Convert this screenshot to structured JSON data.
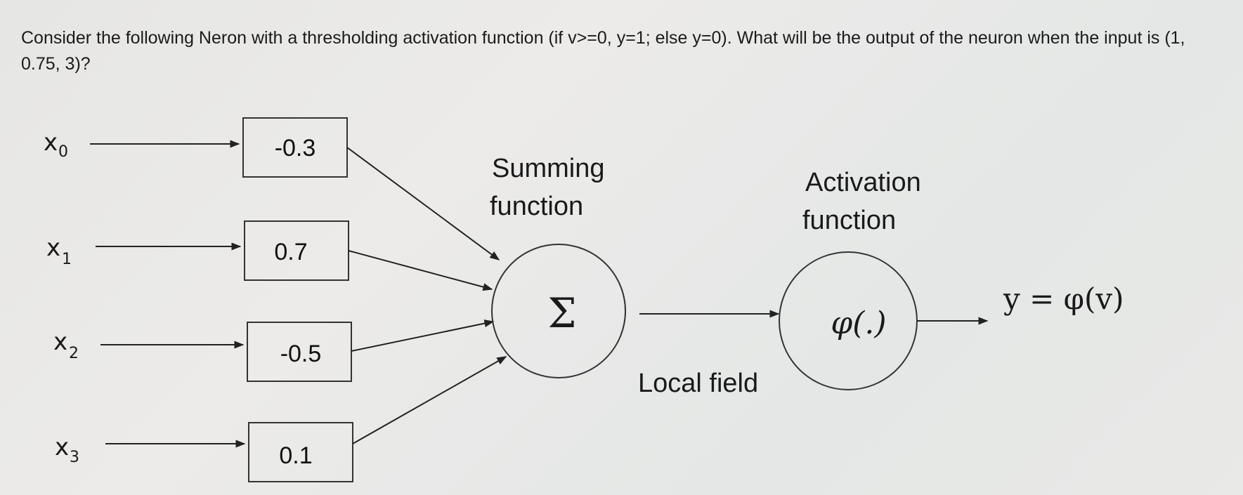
{
  "question": {
    "text": "Consider the following Neron with a thresholding activation function (if v>=0, y=1; else y=0). What will be the output of the neuron when the input is (1, 0.75, 3)?"
  },
  "inputs": [
    {
      "base": "x",
      "sub": "0"
    },
    {
      "base": "x",
      "sub": "1"
    },
    {
      "base": "x",
      "sub": "2"
    },
    {
      "base": "x",
      "sub": "3"
    }
  ],
  "weights": [
    "-0.3",
    "0.7",
    "-0.5",
    "0.1"
  ],
  "summing": {
    "caption_line1": "Summing",
    "caption_line2": "function",
    "symbol": "Σ"
  },
  "local_field": "Local field",
  "activation": {
    "caption_line1": "Activation",
    "caption_line2": "function",
    "symbol": "φ(.)"
  },
  "output": "y = φ(v)"
}
